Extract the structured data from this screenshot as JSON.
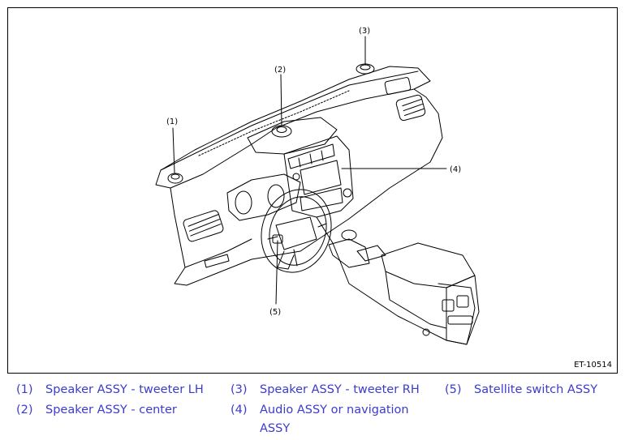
{
  "figure": {
    "id": "ET-10514",
    "callouts": [
      "(1)",
      "(2)",
      "(3)",
      "(4)",
      "(5)"
    ]
  },
  "legend": [
    {
      "num": "(1)",
      "text": "Speaker ASSY - tweeter LH"
    },
    {
      "num": "(2)",
      "text": "Speaker ASSY - center"
    },
    {
      "num": "(3)",
      "text": "Speaker ASSY - tweeter RH"
    },
    {
      "num": "(4)",
      "text": "Audio ASSY or navigation",
      "text2": "ASSY"
    },
    {
      "num": "(5)",
      "text": "Satellite switch ASSY"
    }
  ],
  "colors": {
    "legend_text": "#3b3bd0",
    "line": "#000000"
  }
}
